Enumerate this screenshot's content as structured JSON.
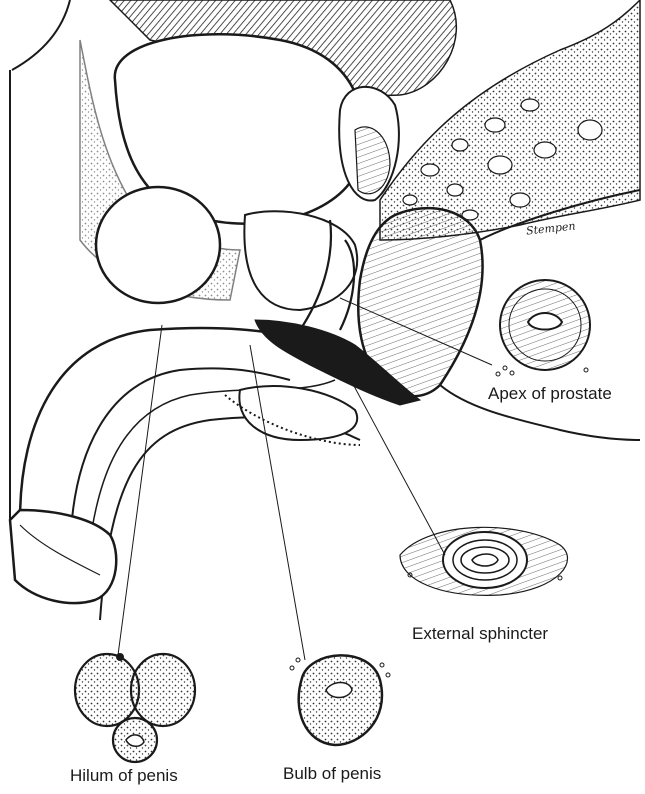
{
  "labels": {
    "apex_of_prostate": "Apex of prostate",
    "external_sphincter": "External sphincter",
    "hilum_of_penis": "Hilum of penis",
    "bulb_of_penis": "Bulb of penis"
  },
  "signature": "Stempen",
  "colors": {
    "ink": "#1a1a1a",
    "paper": "#ffffff",
    "shade": "#555555"
  }
}
